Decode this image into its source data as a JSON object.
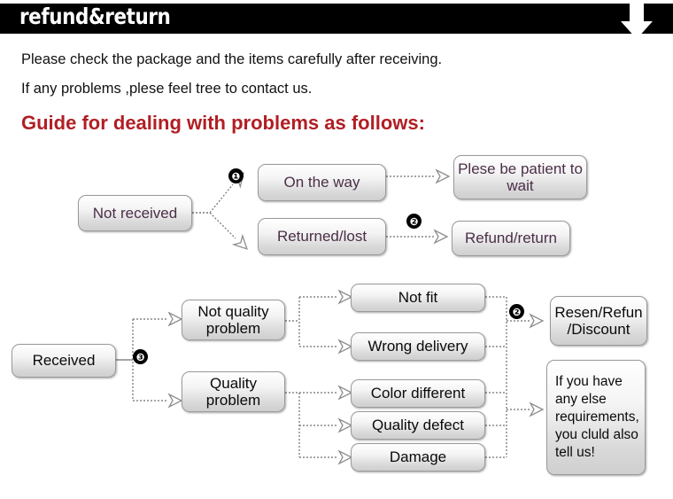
{
  "header": {
    "title": "refund&return",
    "arrow_icon": "down-arrow-icon",
    "bg_color": "#000000",
    "text_color": "#ffffff"
  },
  "intro": {
    "line1": "Please check the package and the items carefully after receiving.",
    "line2": "If any problems ,plese feel tree to contact us.",
    "guide_title": "Guide for dealing with problems as follows:",
    "guide_color": "#b01f24"
  },
  "flow_top": {
    "source": "Not received",
    "branches": [
      {
        "label": "On the way",
        "step": "❶",
        "result": "Plese be patient to wait"
      },
      {
        "label": "Returned/lost",
        "step": "❷",
        "result": "Refund/return"
      }
    ]
  },
  "flow_bottom": {
    "source": "Received",
    "step": "❸",
    "categories": [
      {
        "label": "Not quality problem",
        "line1": "Not quality",
        "line2": "problem"
      },
      {
        "label": "Quality problem",
        "line1": "Quality",
        "line2": "problem"
      }
    ],
    "issues": [
      "Not fit",
      "Wrong delivery",
      "Color different",
      "Quality defect",
      "Damage"
    ],
    "outcome_step": "❷",
    "outcomes": [
      {
        "line1": "Resen/Refun",
        "line2": "/Discount"
      },
      {
        "line1": "If you have",
        "line2": "any else",
        "line3": "requirements,",
        "line4": "you cluld also",
        "line5": "tell us!"
      }
    ]
  },
  "style": {
    "node_text_color": "#0a0a0a",
    "node_purple_text_color": "#4b2f48",
    "node_border_color": "#9a9a9a",
    "badge_color": "#000000"
  }
}
